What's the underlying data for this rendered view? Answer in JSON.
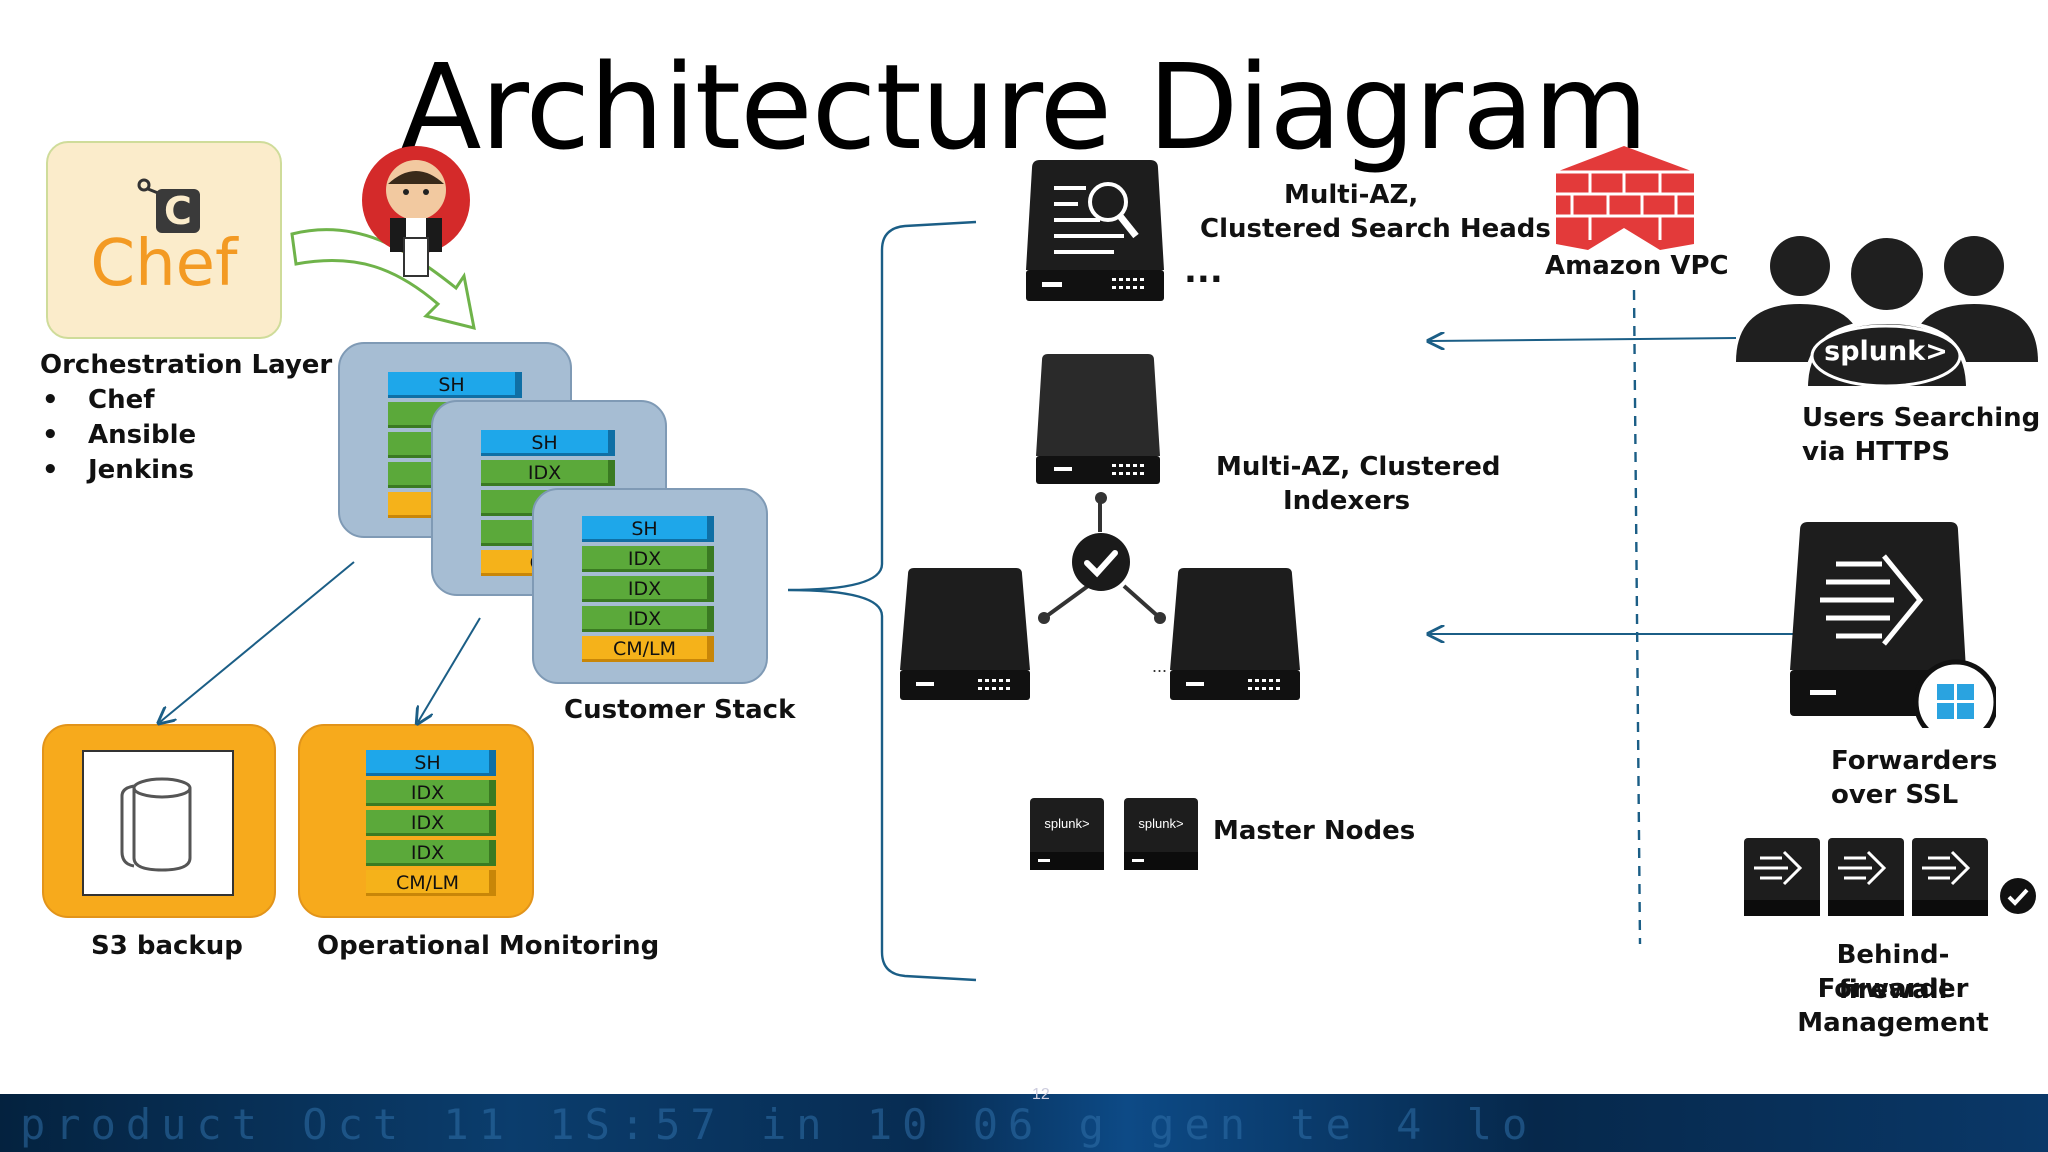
{
  "title": "Architecture Diagram",
  "orchestration": {
    "logo_text": "Chef",
    "heading": "Orchestration Layer",
    "items": [
      "Chef",
      "Ansible",
      "Jenkins"
    ]
  },
  "stack_layers": {
    "sh": "SH",
    "idx": "IDX",
    "cm": "CM/LM",
    "cm_cut": "CM",
    "idx_cut": "I"
  },
  "customer_stack_label": "Customer Stack",
  "s3_label": "S3 backup",
  "ops_label": "Operational Monitoring",
  "search_heads": {
    "line1": "Multi-AZ,",
    "line2": "Clustered Search Heads",
    "ellipsis": "..."
  },
  "indexers": {
    "line1": "Multi-AZ, Clustered",
    "line2": "Indexers",
    "ellipsis": "..."
  },
  "master_nodes": {
    "label": "Master Nodes",
    "badge": "splunk>"
  },
  "amazon_vpc": "Amazon VPC",
  "users": {
    "logo": "splunk>",
    "line1": "Users Searching",
    "line2": "via HTTPS"
  },
  "forwarders": {
    "line1": "Forwarders",
    "line2": "over SSL"
  },
  "bff": {
    "line1": "Behind-firewall",
    "line2": "Forwarder",
    "line3": "Management"
  },
  "footer_text": "product  Oct 11 1S:57  in  10 06 g  gen te  4 lo",
  "page_number": "12",
  "colors": {
    "chef_orange": "#f39a23",
    "sh_blue": "#1ea7ea",
    "idx_green": "#5ba93a",
    "cm_orange": "#f5b21a",
    "arrow_blue": "#1b5e86",
    "vpc_red": "#e33a3a"
  }
}
